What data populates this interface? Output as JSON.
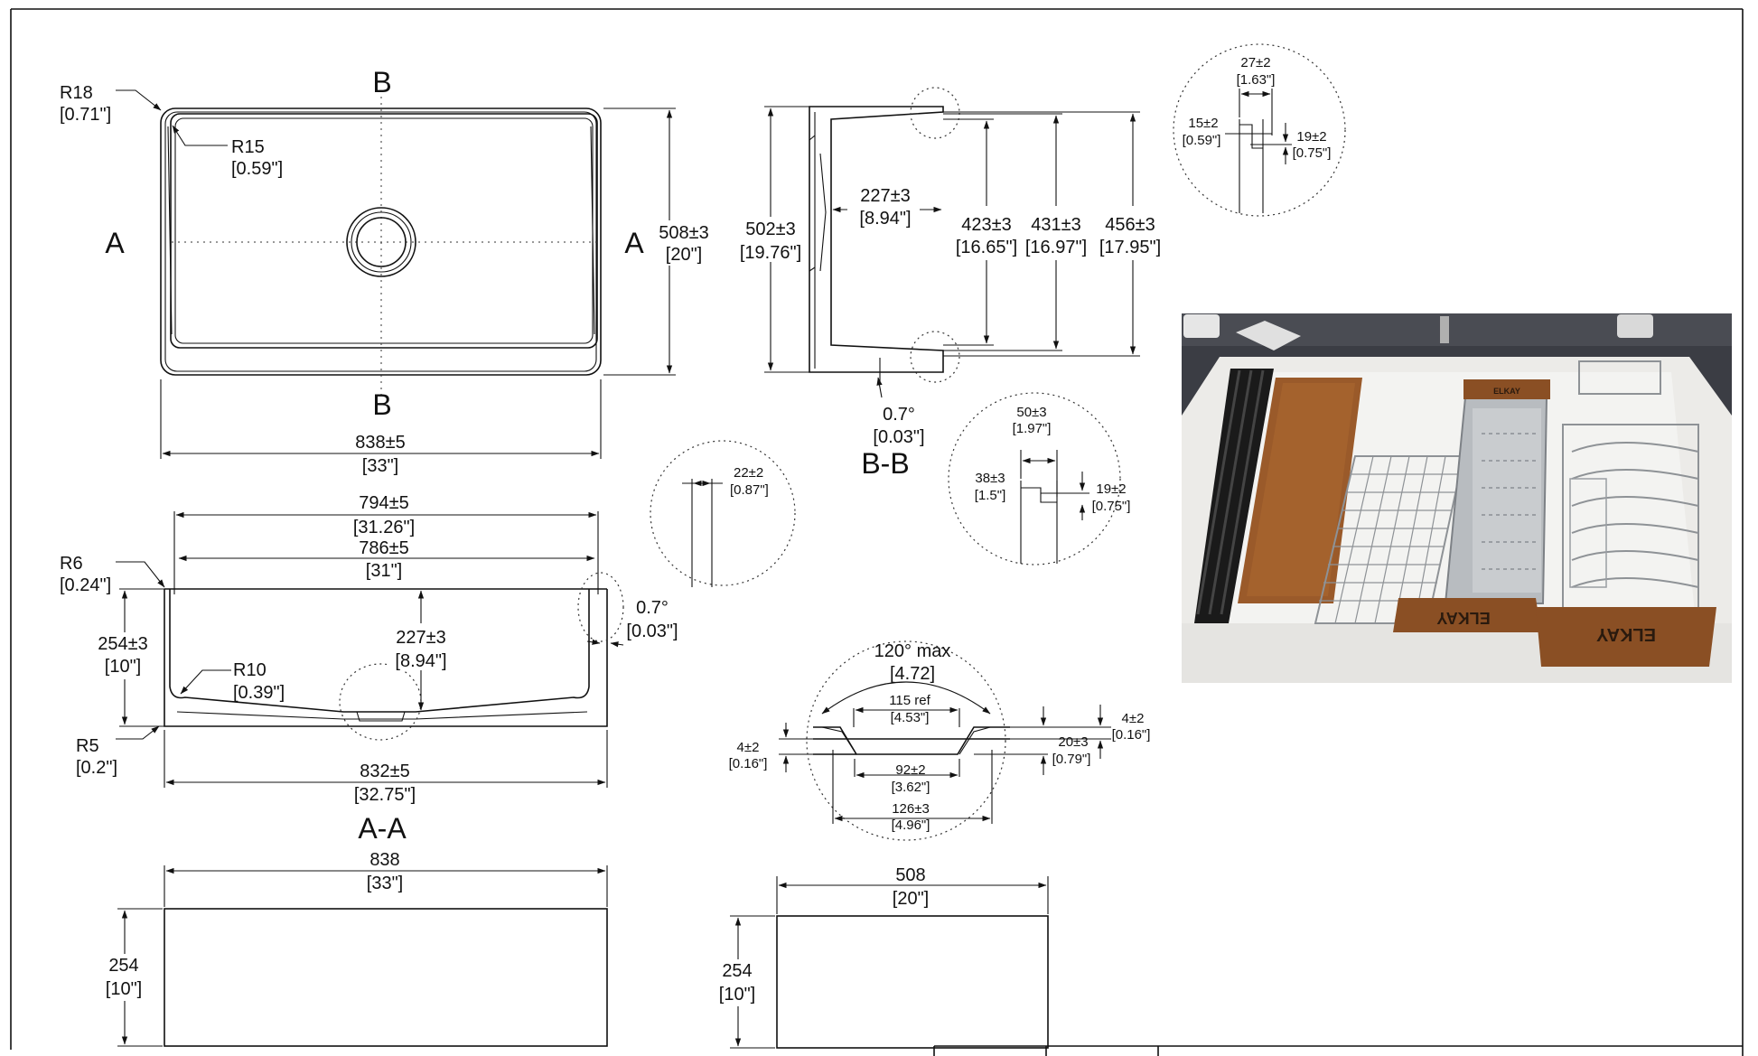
{
  "views": {
    "top": {
      "section_a": "A",
      "section_b": "B"
    },
    "section_aa": {
      "title": "A-A"
    },
    "section_bb": {
      "title": "B-B"
    }
  },
  "dimensions": {
    "r18": [
      "R18",
      "[0.71\"]"
    ],
    "r15": [
      "R15",
      "[0.59\"]"
    ],
    "w508": [
      "508±3",
      "[20\"]"
    ],
    "w838": [
      "838±5",
      "[33\"]"
    ],
    "h502": [
      "502±3",
      "[19.76\"]"
    ],
    "d227": [
      "227±3",
      "[8.94\"]"
    ],
    "d423": [
      "423±3",
      "[16.65\"]"
    ],
    "d431": [
      "431±3",
      "[16.97\"]"
    ],
    "d456": [
      "456±3",
      "[17.95\"]"
    ],
    "ang_bb": [
      "0.7°",
      "[0.03\"]"
    ],
    "w794": [
      "794±5",
      "[31.26\"]"
    ],
    "w786": [
      "786±5",
      "[31\"]"
    ],
    "r6": [
      "R6",
      "[0.24\"]"
    ],
    "h254": [
      "254±3",
      "[10\"]"
    ],
    "r10": [
      "R10",
      "[0.39\"]"
    ],
    "r5": [
      "R5",
      "[0.2\"]"
    ],
    "w832": [
      "832±5",
      "[32.75\"]"
    ],
    "ang_aa": [
      "0.7°",
      "[0.03\"]"
    ],
    "rim22": [
      "22±2",
      "[0.87\"]"
    ],
    "det_27": [
      "27±2",
      "[1.63\"]"
    ],
    "det_15": [
      "15±2",
      "[0.59\"]"
    ],
    "det_19a": [
      "19±2",
      "[0.75\"]"
    ],
    "det_50": [
      "50±3",
      "[1.97\"]"
    ],
    "det_38": [
      "38±3",
      "[1.5\"]"
    ],
    "det_19b": [
      "19±2",
      "[0.75\"]"
    ],
    "drain_angle": [
      "120° max",
      "[4.72]"
    ],
    "drain_115": [
      "115 ref",
      "[4.53\"]"
    ],
    "drain_4l": [
      "4±2",
      "[0.16\"]"
    ],
    "drain_4r": [
      "4±2",
      "[0.16\"]"
    ],
    "drain_20": [
      "20±3",
      "[0.79\"]"
    ],
    "drain_92": [
      "92±2",
      "[3.62\"]"
    ],
    "drain_126": [
      "126±3",
      "[4.96\"]"
    ],
    "front_w": [
      "838",
      "[33\"]"
    ],
    "front_h": [
      "254",
      "[10\"]"
    ],
    "side_w": [
      "508",
      "[20\"]"
    ],
    "side_h": [
      "254",
      "[10\"]"
    ]
  },
  "photo": {
    "brand_text": [
      "ELKAY",
      "ELKAY",
      "ELKAY"
    ],
    "colors": {
      "countertop": "#3b3d44",
      "sink": "#e9e9e6",
      "wood": "#9a5a2a",
      "steel": "#b8bcc0"
    }
  }
}
